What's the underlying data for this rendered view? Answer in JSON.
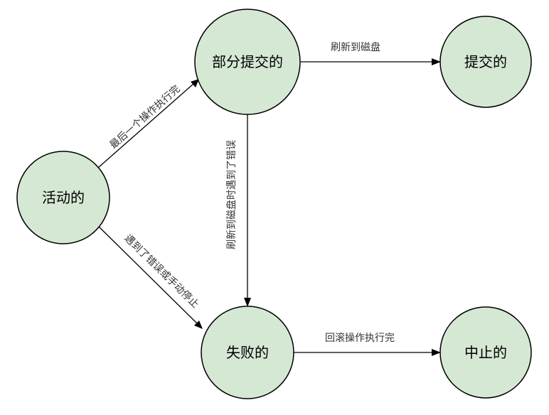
{
  "nodes": {
    "active": "活动的",
    "partially_committed": "部分提交的",
    "committed": "提交的",
    "failed": "失败的",
    "aborted": "中止的"
  },
  "edges": {
    "active_to_partial": "最后一个操作执行完",
    "partial_to_committed": "刷新到磁盘",
    "partial_to_failed": "刷新到磁盘时遇到了错误",
    "active_to_failed": "遇到了错误或手动停止",
    "failed_to_aborted": "回滚操作执行完"
  }
}
